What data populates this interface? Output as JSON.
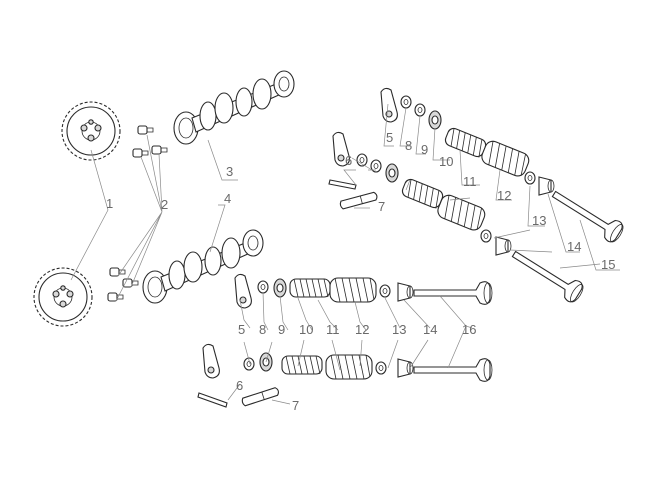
{
  "callouts": {
    "c1": "1",
    "c2": "2",
    "c3": "3",
    "c4": "4",
    "c5a": "5",
    "c6a": "6",
    "c7a": "7",
    "c8a": "8",
    "c9a": "9",
    "c10a": "10",
    "c11a": "11",
    "c12a": "12",
    "c13a": "13",
    "c14a": "14",
    "c15": "15",
    "c5b": "5",
    "c6b": "6",
    "c7b": "7",
    "c8b": "8",
    "c9b": "9",
    "c10b": "10",
    "c11b": "11",
    "c12b": "12",
    "c13b": "13",
    "c14b": "14",
    "c16": "16"
  },
  "colors": {
    "line": "#2b2b2b",
    "leader": "#8a8a8a",
    "label": "#6a6a6a"
  }
}
